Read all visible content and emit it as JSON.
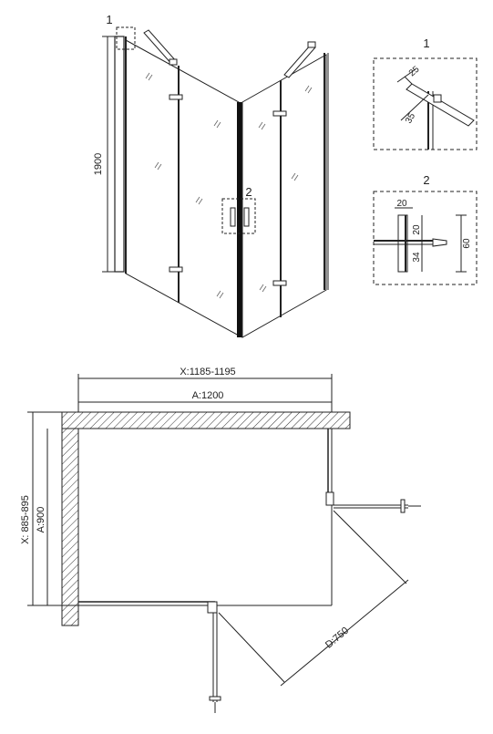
{
  "drawing": {
    "elevation": {
      "height_label": "1900",
      "callout_1": "1",
      "callout_2": "2"
    },
    "detail_1": {
      "title": "1",
      "dim_a": "25",
      "dim_b": "35"
    },
    "detail_2": {
      "title": "2",
      "dim_top": "20",
      "dim_mid": "20",
      "dim_bottom": "34",
      "dim_side": "60"
    },
    "plan": {
      "x_width": "X:1185-1195",
      "a_width": "A:1200",
      "x_depth": "X: 885-895",
      "a_depth": "A:900",
      "door_dim": "D:750"
    }
  }
}
